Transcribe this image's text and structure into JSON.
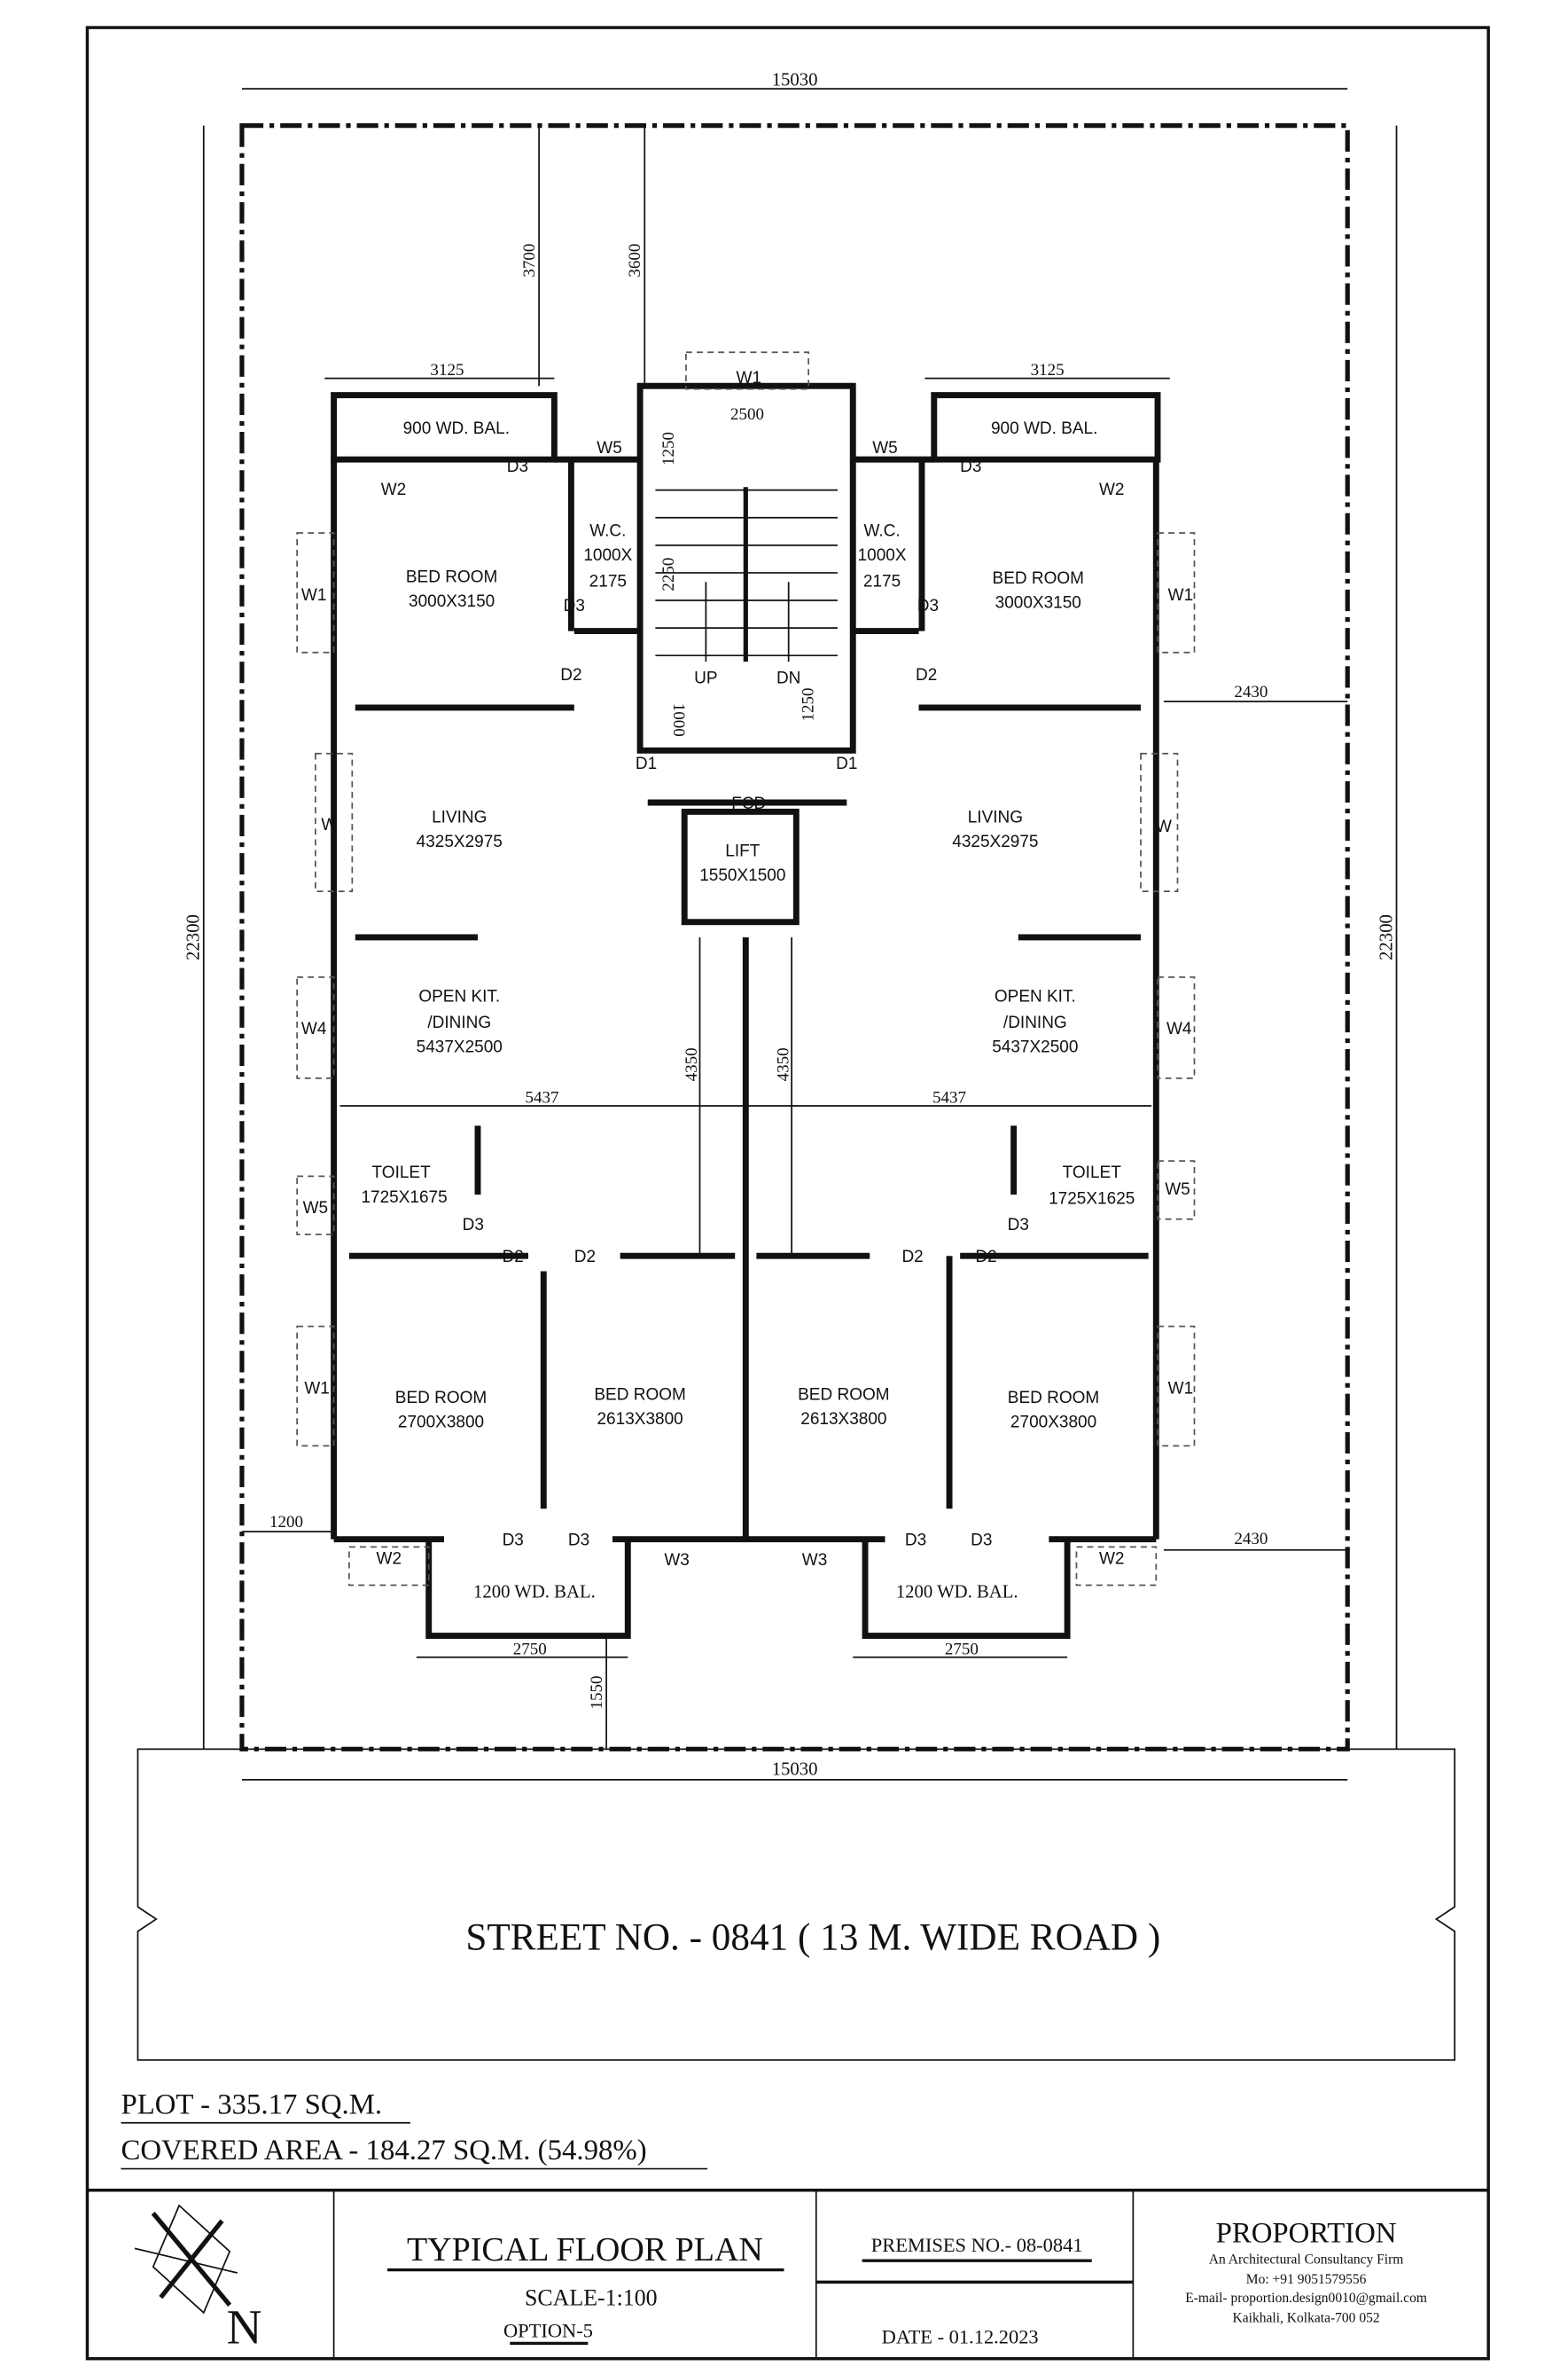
{
  "dimensions": {
    "overall_width_top": "15030",
    "overall_depth_left": "22300",
    "overall_depth_right": "22300",
    "overall_width_bottom": "15030",
    "balcony_left": "3125",
    "balcony_right": "3125",
    "setback_left": "3700",
    "setback_stair": "3600",
    "stair_width": "2500",
    "stair_top": "1250",
    "stair_flight": "2250",
    "stair_landing": "1000",
    "stair_bottom": "1250",
    "side_upper_right": "2430",
    "side_lower_right": "2430",
    "kitchen_left": "5437",
    "kitchen_right": "5437",
    "lift_left": "4350",
    "lift_right": "4350",
    "side_lower_left": "1200",
    "bal_bottom_left": "2750",
    "bal_bottom_right": "2750",
    "front_setback": "1550"
  },
  "rooms": [
    {
      "l1": "900 WD. BAL."
    },
    {
      "l1": "900 WD. BAL."
    },
    {
      "l1": "BED ROOM",
      "l2": "3000X3150"
    },
    {
      "l1": "BED ROOM",
      "l2": "3000X3150"
    },
    {
      "l1": "W.C.",
      "l2": "1000X",
      "l3": "2175"
    },
    {
      "l1": "W.C.",
      "l2": "1000X",
      "l3": "2175"
    },
    {
      "l1": "LIVING",
      "l2": "4325X2975"
    },
    {
      "l1": "LIVING",
      "l2": "4325X2975"
    },
    {
      "l1": "OPEN KIT.",
      "l2": "/DINING",
      "l3": "5437X2500"
    },
    {
      "l1": "OPEN KIT.",
      "l2": "/DINING",
      "l3": "5437X2500"
    },
    {
      "l1": "TOILET",
      "l2": "1725X1675"
    },
    {
      "l1": "TOILET",
      "l2": "1725X1625"
    },
    {
      "l1": "BED ROOM",
      "l2": "2700X3800"
    },
    {
      "l1": "BED ROOM",
      "l2": "2613X3800"
    },
    {
      "l1": "BED ROOM",
      "l2": "2613X3800"
    },
    {
      "l1": "BED ROOM",
      "l2": "2700X3800"
    },
    {
      "l1": "1200 WD. BAL."
    },
    {
      "l1": "1200 WD. BAL."
    },
    {
      "l1": "LIFT",
      "l2": "1550X1500"
    },
    {
      "l1": "FCD"
    }
  ],
  "stair": {
    "up": "UP",
    "down": "DN"
  },
  "openings": [
    "W1",
    "W5",
    "W5",
    "D3",
    "D3",
    "W2",
    "W2",
    "W1",
    "W1",
    "D3",
    "D3",
    "D2",
    "D2",
    "D1",
    "D1",
    "W",
    "W",
    "W4",
    "W4",
    "W5",
    "W5",
    "D3",
    "D3",
    "D2",
    "D2",
    "D2",
    "D2",
    "W1",
    "W1",
    "D3",
    "D3",
    "D3",
    "D3",
    "W2",
    "W3",
    "W3",
    "W2"
  ],
  "street": "STREET  NO. - 0841    ( 13 M.  WIDE  ROAD )",
  "areas": {
    "plot": "PLOT - 335.17 SQ.M.",
    "covered": "COVERED AREA - 184.27 SQ.M. (54.98%)"
  },
  "title_block": {
    "north": "N",
    "title": "TYPICAL FLOOR PLAN",
    "scale": "SCALE-1:100",
    "option": "OPTION-5",
    "premises": "PREMISES NO.- 08-0841",
    "date": "DATE - 01.12.2023",
    "firm": "PROPORTION",
    "firm_tag": "An Architectural Consultancy Firm",
    "phone": "Mo: +91 9051579556",
    "email": "E-mail- proportion.design0010@gmail.com",
    "address": "Kaikhali, Kolkata-700 052"
  }
}
